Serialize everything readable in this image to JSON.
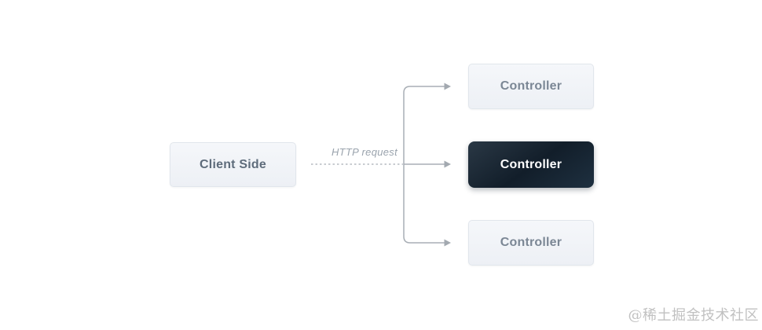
{
  "diagram": {
    "client": {
      "label": "Client Side"
    },
    "connector": {
      "label": "HTTP request",
      "style": "dashed-then-branching-arrows"
    },
    "controllers": [
      {
        "label": "Controller",
        "variant": "light"
      },
      {
        "label": "Controller",
        "variant": "dark-highlighted"
      },
      {
        "label": "Controller",
        "variant": "light"
      }
    ]
  },
  "watermark": {
    "text": "@稀土掘金技术社区"
  },
  "colors": {
    "background": "#ffffff",
    "node_light_bg_top": "#f5f7fa",
    "node_light_bg_bottom": "#edf0f5",
    "node_light_border": "#e1e6ec",
    "node_light_text": "#7b8795",
    "client_text": "#5e6c7b",
    "node_dark_bg_top": "#2a3845",
    "node_dark_bg_mid": "#121e2a",
    "node_dark_bg_bottom": "#1e3040",
    "node_dark_text": "#ffffff",
    "arrow_line": "#a8aeb5",
    "dashed_line": "#b6bbc1",
    "http_label_text": "#9aa3ad",
    "watermark_text": "#c1c1c1"
  }
}
